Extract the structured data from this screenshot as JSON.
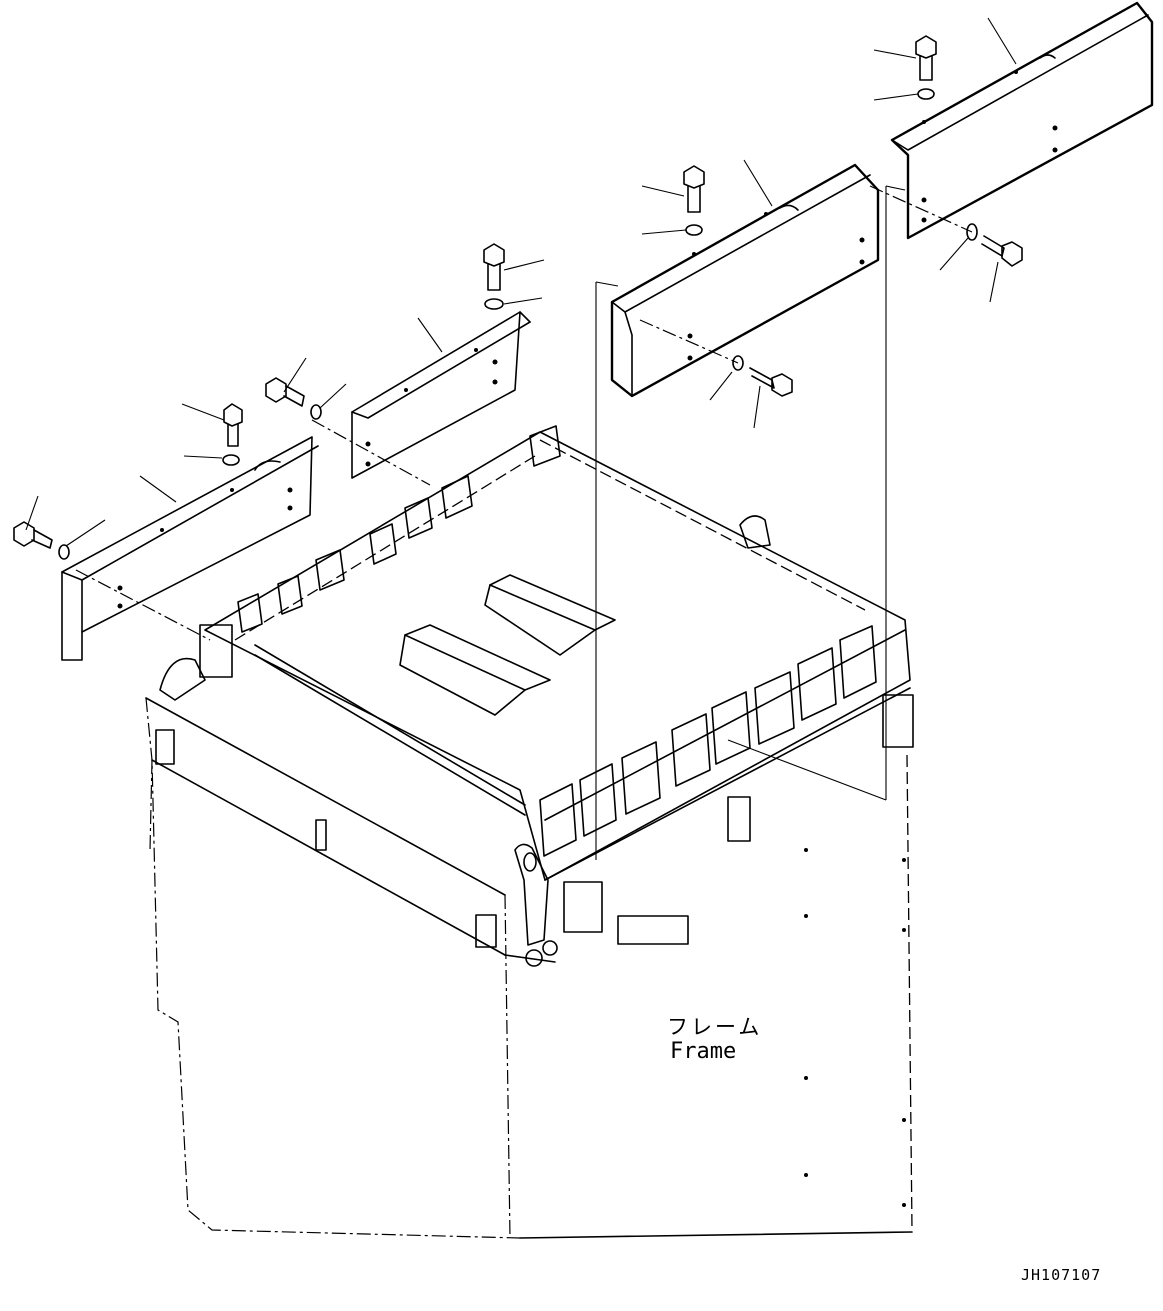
{
  "labels": {
    "frame_jp": "フレーム",
    "frame_en": "Frame",
    "drawing_code": "JH107107"
  }
}
